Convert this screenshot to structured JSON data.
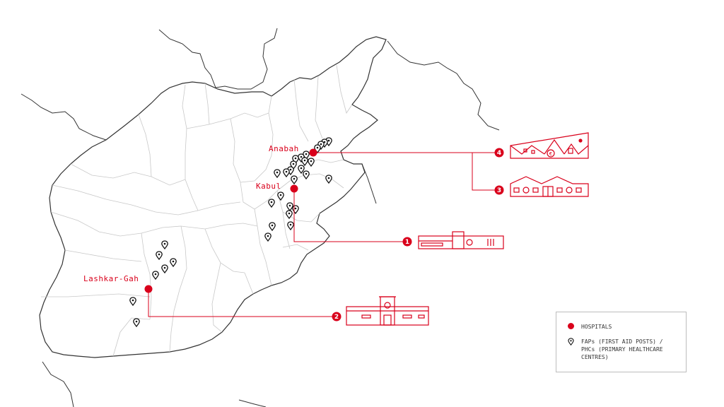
{
  "cities": {
    "anabah": "Anabah",
    "kabul": "Kabul",
    "lashkar_gah": "Lashkar-Gah"
  },
  "hospital_numbers": [
    "1",
    "2",
    "3",
    "4"
  ],
  "legend": {
    "hospitals": "HOSPITALS",
    "faps_line1": "FAPs (FIRST AID POSTS) /",
    "faps_line2": "PHCs (PRIMARY HEALTHCARE",
    "faps_line3": "CENTRES)"
  },
  "colors": {
    "accent": "#d9001b",
    "border": "#333333",
    "province": "#c8c8c8"
  }
}
